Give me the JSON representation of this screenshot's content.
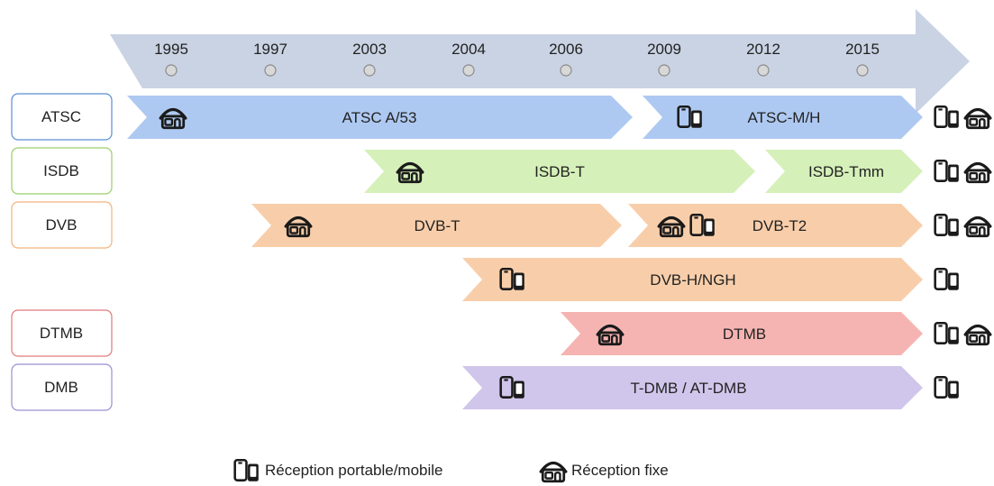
{
  "timeline": {
    "years": [
      "1995",
      "1997",
      "2003",
      "2004",
      "2006",
      "2009",
      "2012",
      "2015"
    ]
  },
  "standards": [
    {
      "label": "ATSC",
      "color": "#5b8dd6"
    },
    {
      "label": "ISDB",
      "color": "#9acd6a"
    },
    {
      "label": "DVB",
      "color": "#f2b27c"
    },
    {
      "label": "",
      "color": "#ffffff"
    },
    {
      "label": "DTMB",
      "color": "#e07a7a"
    },
    {
      "label": "DMB",
      "color": "#9a8fd1"
    }
  ],
  "bars": [
    {
      "label": "ATSC A/53",
      "color": "#aac6f0",
      "icons": [
        "fixed-reception"
      ]
    },
    {
      "label": "ATSC-M/H",
      "color": "#aac6f0",
      "icons": [
        "mobile-reception"
      ]
    },
    {
      "label": "ISDB-T",
      "color": "#d3efb5",
      "icons": [
        "fixed-reception"
      ]
    },
    {
      "label": "ISDB-Tmm",
      "color": "#d3efb5",
      "icons": []
    },
    {
      "label": "DVB-T",
      "color": "#f8cba5",
      "icons": [
        "fixed-reception"
      ]
    },
    {
      "label": "DVB-T2",
      "color": "#f8cba5",
      "icons": [
        "fixed-reception",
        "mobile-reception"
      ]
    },
    {
      "label": "DVB-H/NGH",
      "color": "#f8cba5",
      "icons": [
        "mobile-reception"
      ]
    },
    {
      "label": "DTMB",
      "color": "#f4b0ae",
      "icons": [
        "fixed-reception"
      ]
    },
    {
      "label": "T-DMB / AT-DMB",
      "color": "#cdc3ea",
      "icons": [
        "mobile-reception"
      ]
    }
  ],
  "end_icons": [
    [
      "mobile-reception",
      "fixed-reception"
    ],
    [
      "mobile-reception",
      "fixed-reception"
    ],
    [
      "mobile-reception",
      "fixed-reception"
    ],
    [
      "mobile-reception"
    ],
    [
      "mobile-reception",
      "fixed-reception"
    ],
    [
      "mobile-reception"
    ]
  ],
  "legend": {
    "mobile": "Réception portable/mobile",
    "fixed": "Réception fixe"
  },
  "colors": {
    "timeline_arrow": "#c9d3e3",
    "year_dot": "#d8d8d8",
    "icon_stroke": "#1a1a1a"
  }
}
